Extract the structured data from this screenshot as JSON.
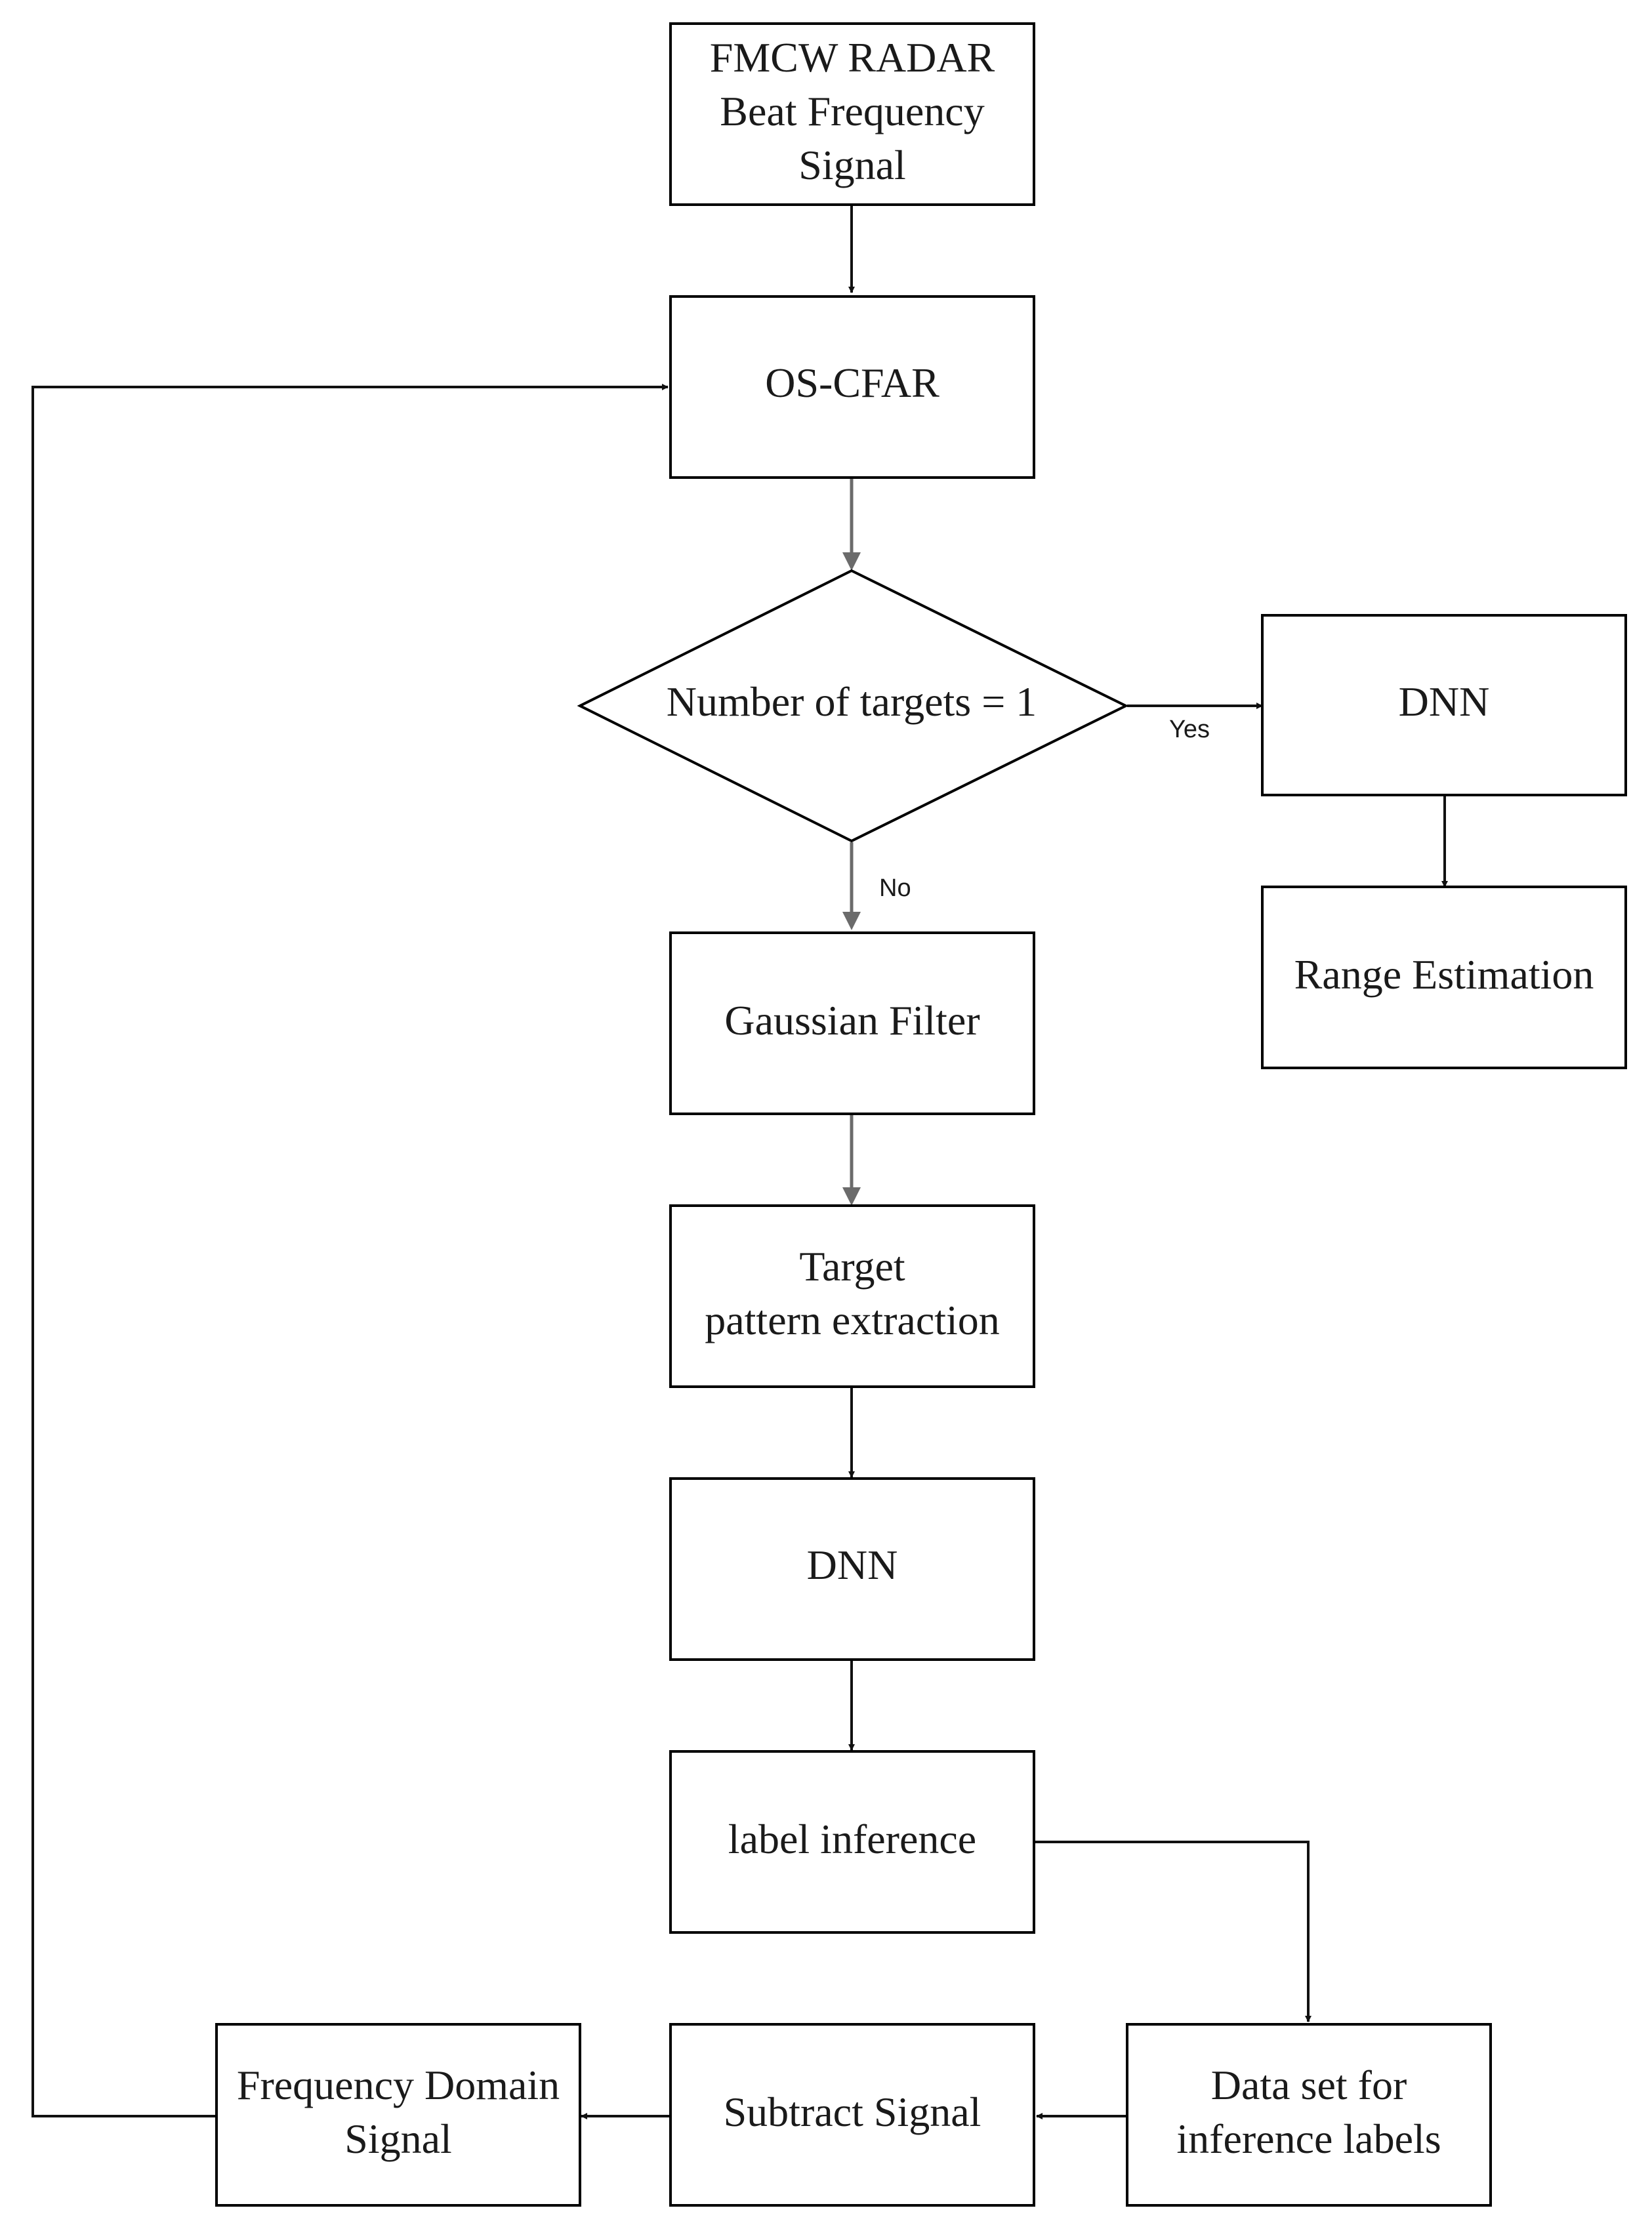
{
  "diagram": {
    "nodes": {
      "fmcw": {
        "lines": [
          "FMCW RADAR",
          "Beat Frequency",
          "Signal"
        ]
      },
      "oscfar": {
        "lines": [
          "OS-CFAR"
        ]
      },
      "decision": {
        "lines": [
          "Number of targets = 1"
        ]
      },
      "dnn_right": {
        "lines": [
          "DNN"
        ]
      },
      "range": {
        "lines": [
          "Range Estimation"
        ]
      },
      "gaussian": {
        "lines": [
          "Gaussian Filter"
        ]
      },
      "target": {
        "lines": [
          "Target",
          "pattern extraction"
        ]
      },
      "dnn_center": {
        "lines": [
          "DNN"
        ]
      },
      "label": {
        "lines": [
          "label inference"
        ]
      },
      "dataset": {
        "lines": [
          "Data set for",
          "inference labels"
        ]
      },
      "subtract": {
        "lines": [
          "Subtract Signal"
        ]
      },
      "freqdomain": {
        "lines": [
          "Frequency Domain",
          "Signal"
        ]
      }
    },
    "edge_labels": {
      "yes": "Yes",
      "no": "No"
    }
  }
}
